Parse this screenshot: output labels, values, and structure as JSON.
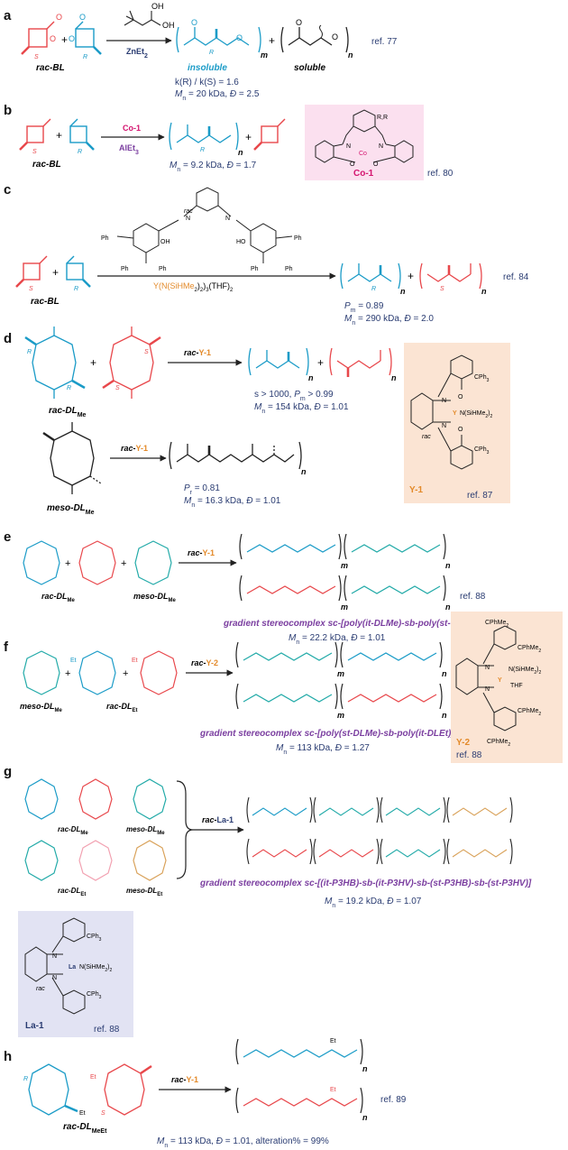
{
  "panels": [
    {
      "label": "a",
      "reagents": [
        "ZnEt",
        "2"
      ],
      "monomer": "rac-BL",
      "products": [
        "insoluble",
        "soluble"
      ],
      "conditions": [
        "k(R) / k(S) = 1.6",
        "M",
        "n",
        " = 20 kDa, ",
        "Đ",
        " = 2.5"
      ],
      "ref": "ref. 77"
    },
    {
      "label": "b",
      "reagents": [
        "Co-1",
        "AlEt",
        "3"
      ],
      "monomer": "rac-BL",
      "conditions": [
        "M",
        "n",
        " = 9.2 kDa, ",
        "Đ",
        " = 1.7"
      ],
      "catalyst": "Co-1",
      "ref": "ref. 80"
    },
    {
      "label": "c",
      "reagents": [
        "Y(N(SiHMe",
        "2",
        ")",
        "2",
        ")",
        "3",
        "(THF)",
        "2"
      ],
      "monomer": "rac-BL",
      "conditions": [
        "P",
        "m",
        " = 0.89",
        "M",
        "n",
        " = 290 kDa, ",
        "Đ",
        " = 2.0"
      ],
      "ref": "ref. 84"
    },
    {
      "label": "d",
      "reagents": [
        "rac-",
        "Y-1"
      ],
      "monomers": [
        "rac-DL",
        "Me",
        "meso-DL",
        "Me"
      ],
      "conditions1": [
        "s > 1000, ",
        "P",
        "m",
        " > 0.99",
        "M",
        "n",
        " = 154 kDa, ",
        "Đ",
        " = 1.01"
      ],
      "conditions2": [
        "P",
        "r",
        " = 0.81",
        "M",
        "n",
        " = 16.3 kDa, ",
        "Đ",
        " = 1.01"
      ],
      "catalyst": "Y-1",
      "ref": "ref. 87"
    },
    {
      "label": "e",
      "reagents": [
        "rac-",
        "Y-1"
      ],
      "monomers": [
        "rac-DL",
        "Me",
        "meso-DL",
        "Me"
      ],
      "title": "gradient stereocomplex sc-[poly(it-DLMe)-sb-poly(st-DLMe)]",
      "conditions": [
        "M",
        "n",
        " = 22.2 kDa, ",
        "Đ",
        " = 1.01"
      ],
      "ref": "ref. 88"
    },
    {
      "label": "f",
      "reagents": [
        "rac-",
        "Y-2"
      ],
      "monomers": [
        "meso-DL",
        "Me",
        "rac-DL",
        "Et"
      ],
      "title": "gradient stereocomplex sc-[poly(st-DLMe)-sb-poly(it-DLEt)]",
      "conditions": [
        "M",
        "n",
        " = 113 kDa, ",
        "Đ",
        " = 1.27"
      ],
      "catalyst": "Y-2",
      "ref": "ref. 88"
    },
    {
      "label": "g",
      "reagents": [
        "rac-",
        "La-1"
      ],
      "monomers": [
        "rac-DL",
        "Me",
        "meso-DL",
        "Me",
        "rac-DL",
        "Et",
        "meso-DL",
        "Et"
      ],
      "title": "gradient stereocomplex sc-[(it-P3HB)-sb-(it-P3HV)-sb-(st-P3HB)-sb-(st-P3HV)]",
      "conditions": [
        "M",
        "n",
        " = 19.2 kDa, ",
        "Đ",
        " = 1.07"
      ],
      "catalyst": "La-1",
      "ref": "ref. 88"
    },
    {
      "label": "h",
      "reagents": [
        "rac-",
        "Y-1"
      ],
      "monomer": [
        "rac-DL",
        "MeEt"
      ],
      "conditions": [
        "M",
        "n",
        " = 113 kDa, ",
        "Đ",
        " = 1.01, alteration% = 99%"
      ],
      "ref": "ref. 89"
    }
  ],
  "atoms": {
    "O": "O",
    "R": "R",
    "S": "S",
    "m": "m",
    "n": "n",
    "Et": "Et",
    "Ph": "Ph",
    "OH": "OH",
    "HO": "HO",
    "N": "N",
    "Co": "Co",
    "Y": "Y",
    "La": "La",
    "rac": "rac",
    "RR": "R,R",
    "CPh3": "CPh",
    "three": "3",
    "NSi": "N(SiHMe",
    "two": "2",
    "close": ")",
    "THF": "THF",
    "CPhMe2": "CPhMe",
    "Rit": "R"
  }
}
